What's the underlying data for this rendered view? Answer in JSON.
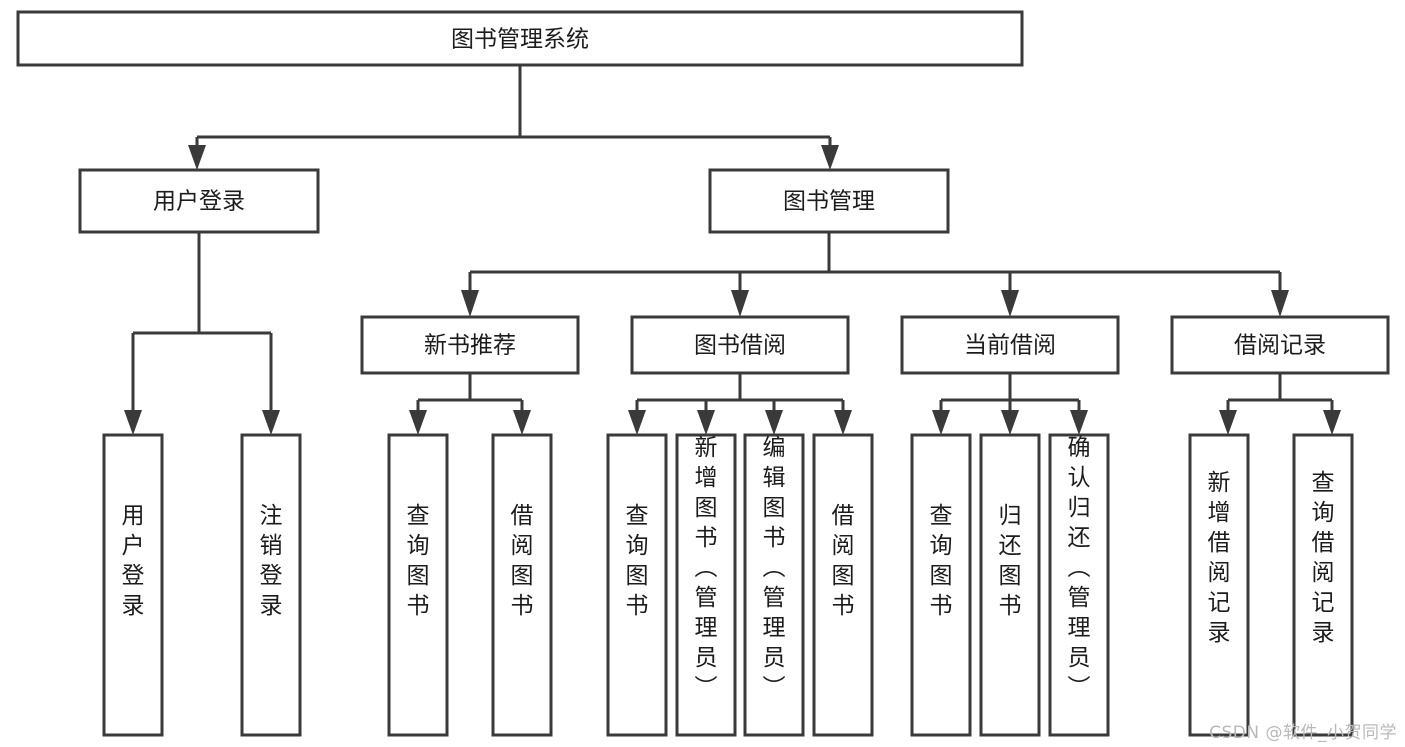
{
  "diagram": {
    "title": "图书管理系统",
    "type": "tree-hierarchy-diagram",
    "orientation": "top-down",
    "colors": {
      "stroke": "#3a3a3a",
      "fill": "#ffffff",
      "text": "#1c1c1c",
      "watermark": "#b9b9b9"
    },
    "root": {
      "label": "图书管理系统"
    },
    "level2": [
      {
        "label": "用户登录"
      },
      {
        "label": "图书管理"
      }
    ],
    "level3": [
      {
        "label": "新书推荐"
      },
      {
        "label": "图书借阅"
      },
      {
        "label": "当前借阅"
      },
      {
        "label": "借阅记录"
      }
    ],
    "leaves": {
      "user_login": [
        {
          "label": "用户登录"
        },
        {
          "label": "注销登录"
        }
      ],
      "new_book_recommend": [
        {
          "label": "查询图书"
        },
        {
          "label": "借阅图书"
        }
      ],
      "book_borrow": [
        {
          "label": "查询图书"
        },
        {
          "label": "新增图书（管理员）"
        },
        {
          "label": "编辑图书（管理员）"
        },
        {
          "label": "借阅图书"
        }
      ],
      "current_borrow": [
        {
          "label": "查询图书"
        },
        {
          "label": "归还图书"
        },
        {
          "label": "确认归还（管理员）"
        }
      ],
      "borrow_record": [
        {
          "label": "新增借阅记录"
        },
        {
          "label": "查询借阅记录"
        }
      ]
    }
  },
  "watermark": {
    "text": "CSDN @软件_小贺同学"
  }
}
